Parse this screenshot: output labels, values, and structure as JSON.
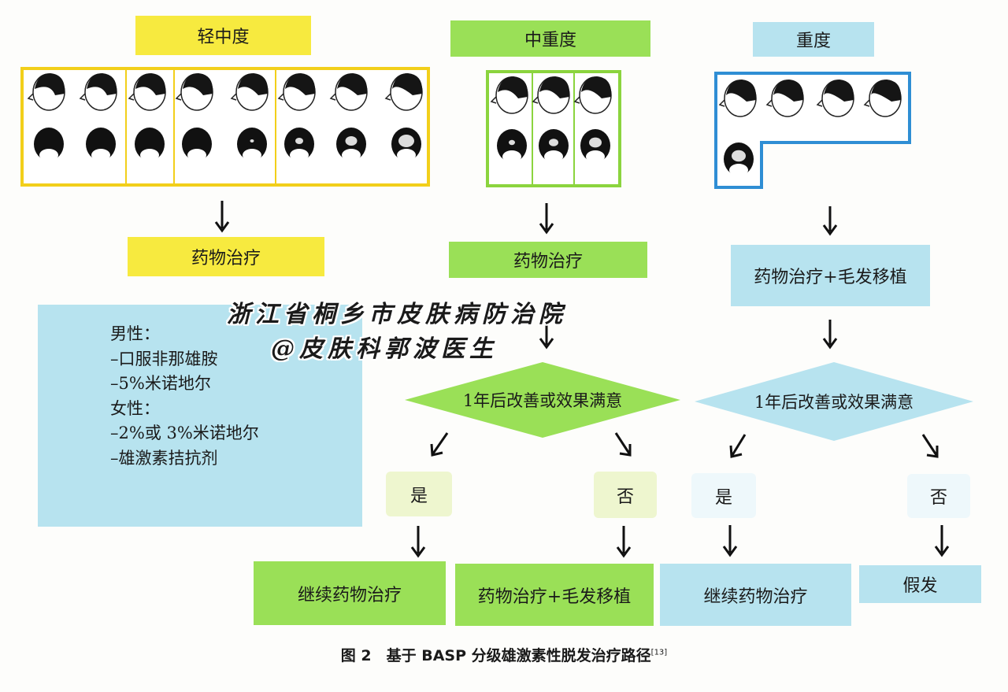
{
  "columns": {
    "mild": {
      "title": "轻中度",
      "treatment": "药物治疗"
    },
    "moderate": {
      "title": "中重度",
      "treatment": "药物治疗"
    },
    "severe": {
      "title": "重度",
      "treatment": "药物治疗+毛发移植"
    }
  },
  "info_box": {
    "lines": [
      "男性：",
      "–口服非那雄胺",
      "–5%米诺地尔",
      "女性：",
      "–2%或 3%米诺地尔",
      "–雄激素拮抗剂"
    ]
  },
  "decision": {
    "green": "1年后改善或效果满意",
    "blue": "1年后改善或效果满意"
  },
  "branches": {
    "green_yes": "是",
    "green_no": "否",
    "blue_yes": "是",
    "blue_no": "否"
  },
  "outcomes": {
    "green_yes": "继续药物治疗",
    "green_no": "药物治疗+毛发移植",
    "blue_yes": "继续药物治疗",
    "blue_no": "假发"
  },
  "watermark": {
    "line1": "浙江省桐乡市皮肤病防治院",
    "line2": "@皮肤科郭波医生"
  },
  "caption": {
    "text": "图 2　基于 BASP 分级雄激素性脱发治疗路径",
    "ref": "[13]"
  },
  "colors": {
    "yellow": "#f7ea3f",
    "green": "#9ae057",
    "blue": "#b7e3ef"
  }
}
